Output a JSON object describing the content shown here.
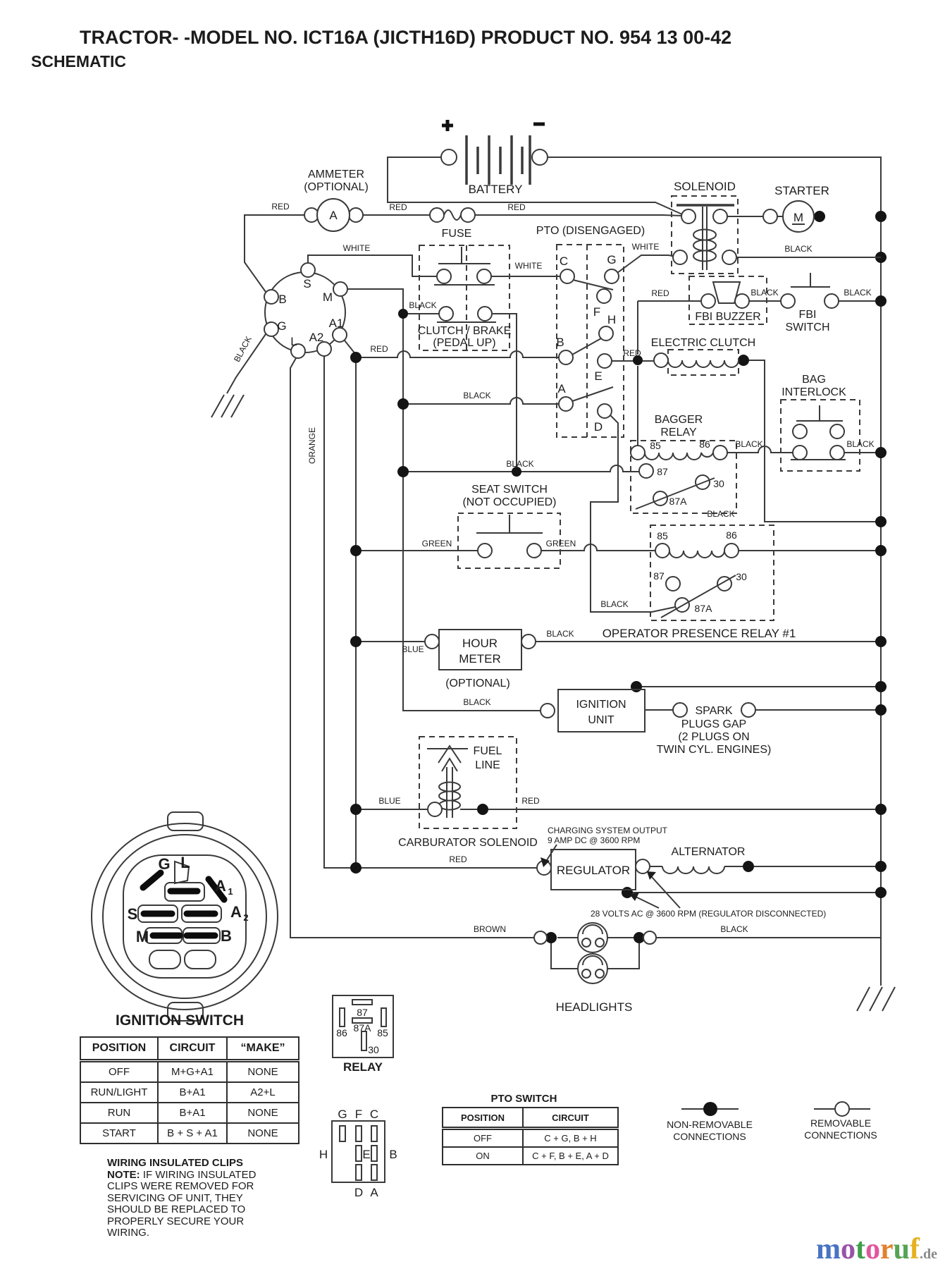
{
  "header": {
    "title": "TRACTOR- -MODEL NO. ICT16A (JICTH16D) PRODUCT NO. 954 13 00-42",
    "subtitle": "SCHEMATIC"
  },
  "wire_colors": {
    "red": "RED",
    "black": "BLACK",
    "white": "WHITE",
    "green": "GREEN",
    "blue": "BLUE",
    "orange": "ORANGE",
    "brown": "BROWN"
  },
  "components": {
    "ammeter1": "AMMETER",
    "ammeter2": "(OPTIONAL)",
    "ammeter_a": "A",
    "battery": "BATTERY",
    "plus": "+",
    "minus": "−",
    "fuse": "FUSE",
    "pto": "PTO (DISENGAGED)",
    "solenoid": "SOLENOID",
    "starter": "STARTER",
    "starter_m": "M",
    "fbi_buzzer": "FBI BUZZER",
    "fbi1": "FBI",
    "fbi2": "SWITCH",
    "clutch1": "CLUTCH / BRAKE",
    "clutch2": "(PEDAL UP)",
    "eclutch": "ELECTRIC CLUTCH",
    "bag1": "BAG",
    "bag2": "INTERLOCK",
    "bagger1": "BAGGER",
    "bagger2": "RELAY",
    "seat1": "SEAT SWITCH",
    "seat2": "(NOT OCCUPIED)",
    "opr": "OPERATOR PRESENCE RELAY #1",
    "hm1": "HOUR",
    "hm2": "METER",
    "hm3": "(OPTIONAL)",
    "ign1": "IGNITION",
    "ign2": "UNIT",
    "spark1": "SPARK",
    "spark2": "PLUGS GAP",
    "spark3": "(2 PLUGS ON",
    "spark4": "TWIN CYL. ENGINES)",
    "fuel1": "FUEL",
    "fuel2": "LINE",
    "carb": "CARBURATOR SOLENOID",
    "regulator": "REGULATOR",
    "alternator": "ALTERNATOR",
    "headlights": "HEADLIGHTS"
  },
  "annotations": {
    "charging1": "CHARGING SYSTEM OUTPUT",
    "charging2": "9 AMP DC @ 3600 RPM",
    "volts": "28 VOLTS AC @ 3600 RPM (REGULATOR DISCONNECTED)"
  },
  "pins": {
    "s": "S",
    "m": "M",
    "b": "B",
    "g": "G",
    "l": "L",
    "a1": "A1",
    "a2": "A2",
    "a": "A",
    "sub1": "1",
    "sub2": "2",
    "c": "C",
    "f": "F",
    "h": "H",
    "e": "E",
    "d": "D",
    "r85": "85",
    "r86": "86",
    "r87": "87",
    "r87a": "87A",
    "r30": "30"
  },
  "ignition_switch": {
    "caption": "IGNITION SWITCH",
    "headers": [
      "POSITION",
      "CIRCUIT",
      "“MAKE”"
    ],
    "rows": [
      {
        "position": "OFF",
        "circuit": "M+G+A1",
        "make": "NONE"
      },
      {
        "position": "RUN/LIGHT",
        "circuit": "B+A1",
        "make": "A2+L"
      },
      {
        "position": "RUN",
        "circuit": "B+A1",
        "make": "NONE"
      },
      {
        "position": "START",
        "circuit": "B + S + A1",
        "make": "NONE"
      }
    ]
  },
  "note": {
    "title": "WIRING INSULATED CLIPS",
    "bold": "NOTE:",
    "line0": "IF WIRING INSULATED",
    "lines": [
      "CLIPS WERE REMOVED FOR",
      "SERVICING OF UNIT, THEY",
      "SHOULD BE REPLACED TO",
      "PROPERLY SECURE YOUR",
      " WIRING."
    ]
  },
  "relay": {
    "caption": "RELAY"
  },
  "pto_switch": {
    "title": "PTO SWITCH",
    "headers": [
      "POSITION",
      "CIRCUIT"
    ],
    "rows": [
      {
        "position": "OFF",
        "circuit": "C + G, B + H"
      },
      {
        "position": "ON",
        "circuit": "C + F, B + E, A + D"
      }
    ]
  },
  "legend": {
    "non_removable1": "NON-REMOVABLE",
    "non_removable2": "CONNECTIONS",
    "removable1": "REMOVABLE",
    "removable2": "CONNECTIONS"
  },
  "watermark": {
    "letters": [
      {
        "ch": "m",
        "color": "#4a73c2"
      },
      {
        "ch": "o",
        "color": "#9a52a8"
      },
      {
        "ch": "t",
        "color": "#3f9e4a"
      },
      {
        "ch": "o",
        "color": "#e2569e"
      },
      {
        "ch": "r",
        "color": "#e2812d"
      },
      {
        "ch": "u",
        "color": "#55a356"
      },
      {
        "ch": "f",
        "color": "#e5b11e"
      }
    ],
    "suffix": {
      "text": ".de",
      "color": "#8a8a8a"
    }
  }
}
